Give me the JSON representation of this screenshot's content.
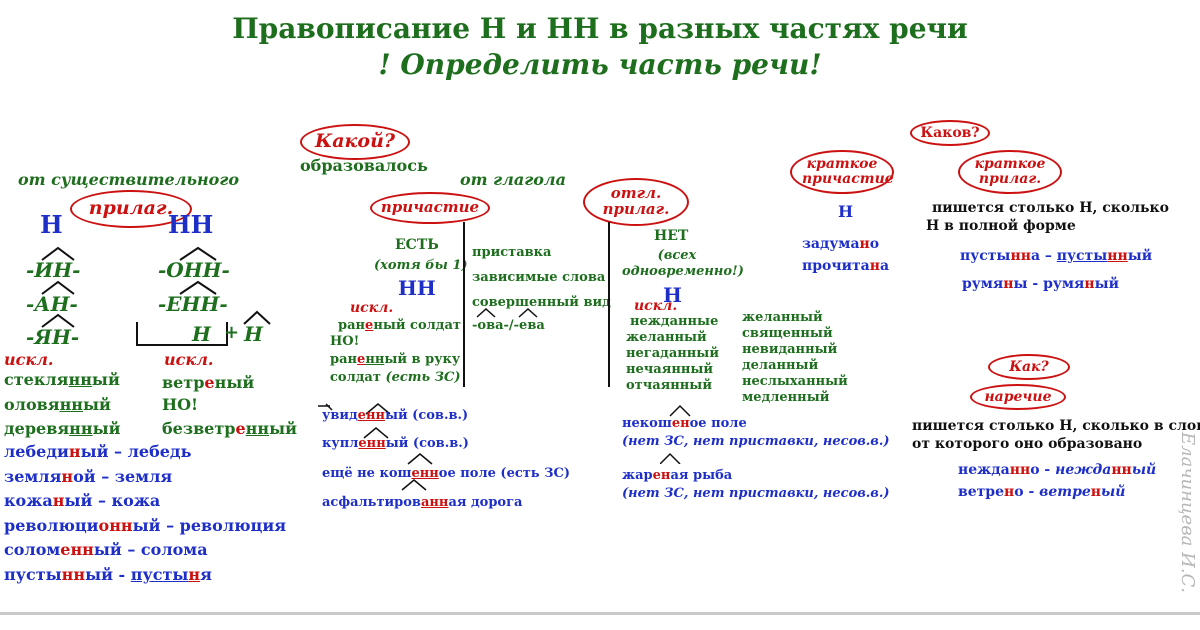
{
  "header": {
    "title": "Правописание Н и НН в разных частях речи",
    "subtitle": "! Определить часть речи!"
  },
  "questions": {
    "kakoy": "Какой?",
    "obrazovalos": "образовалось",
    "kakov": "Каков?",
    "kak": "Как?"
  },
  "adjective": {
    "from_noun": "от существительного",
    "oval_label": "прилаг.",
    "n_label": "Н",
    "nn_label": "НН",
    "suffixes_n": [
      "-ИН-",
      "-АН-",
      "-ЯН-"
    ],
    "suffixes_nn": [
      "-ОНН-",
      "-ЕНН-"
    ],
    "n_plus_n": "Н",
    "plus": "+",
    "n_plus_n2": "Н",
    "exceptions_label": "искл.",
    "exceptions_left": [
      {
        "pre": "стекля",
        "hl": "нн",
        "post": "ый"
      },
      {
        "pre": "оловя",
        "hl": "нн",
        "post": "ый"
      },
      {
        "pre": "деревя",
        "hl": "нн",
        "post": "ый"
      }
    ],
    "exceptions_label2": "искл.",
    "exceptions_right": [
      {
        "pre": "ветр",
        "hl": "е",
        "post": "н",
        "post2": "ый"
      },
      {
        "pre": "НО!",
        "hl": "",
        "post": "",
        "post2": ""
      },
      {
        "pre": "безветр",
        "hl": "е",
        "post": "нн",
        "post2": "ый"
      }
    ],
    "examples": [
      {
        "pre": "лебеди",
        "hl": "н",
        "post": "ый – лебедь"
      },
      {
        "pre": "земля",
        "hl": "н",
        "post": "ой – земля"
      },
      {
        "pre": "кожа",
        "hl": "н",
        "post": "ый – кожа"
      },
      {
        "pre": "революци",
        "hl": "онн",
        "post": "ый – революция"
      },
      {
        "pre": "солом",
        "hl": "енн",
        "post": "ый – солома"
      },
      {
        "pre": "пусты",
        "hl": "нн",
        "post": "ый - ",
        "tail_u": "пусты",
        "tail_hl": "н",
        "tail_post": "я"
      }
    ]
  },
  "participle": {
    "from_verb": "от глагола",
    "oval_label": "причастие",
    "est": "ЕСТЬ",
    "at_least_one": "(хотя бы 1)",
    "nn_label": "НН",
    "criteria": [
      "приставка",
      "зависимые слова",
      "совершенный вид",
      "-ова-/-ева"
    ],
    "exceptions_label": "искл.",
    "exc_1a": "ран",
    "exc_1b": "е",
    "exc_1c": "ный солдат",
    "exc_no": "НО!",
    "exc_2a": "ран",
    "exc_2b": "е",
    "exc_2c": "нн",
    "exc_2d": "ый в руку",
    "exc_3": "солдат",
    "exc_3i": "(есть ЗС)",
    "examples": [
      {
        "pre": "увид",
        "hl": "енн",
        "post": "ый (сов.в.)"
      },
      {
        "pre": "купл",
        "hl": "енн",
        "post": "ый (сов.в.)"
      },
      {
        "pre": "ещё не кош",
        "hl": "енн",
        "post": "ое поле (есть ЗС)"
      },
      {
        "pre": "асфальтиров",
        "hl": "анн",
        "post": "ая дорога"
      }
    ]
  },
  "verbal_adjective": {
    "oval_label": "отгл. прилаг.",
    "net": "НЕТ",
    "all_at_once": "(всех одновременно!)",
    "n_label": "Н",
    "exceptions_label": "искл.",
    "exceptions_col1": [
      "нежданные",
      "желанный",
      "негаданный",
      "нечаянный",
      "отчаянный"
    ],
    "exceptions_col2": [
      "желанный",
      "священный",
      "невиданный",
      "деланный",
      "неслыханный",
      "медленный"
    ],
    "ex1_pre": "некош",
    "ex1_hl": "ен",
    "ex1_post": "ое поле",
    "ex1_note": "(нет ЗС, нет приставки, несов.в.)",
    "ex2_pre": "жар",
    "ex2_hl": "ен",
    "ex2_post": "ая рыба",
    "ex2_note": "(нет ЗС, нет приставки, несов.в.)"
  },
  "short_participle": {
    "oval_label": "краткое причастие",
    "n_label": "Н",
    "examples": [
      {
        "pre": "задума",
        "hl": "н",
        "post": "о"
      },
      {
        "pre": "прочита",
        "hl": "н",
        "post": "а"
      }
    ]
  },
  "short_adjective": {
    "oval_label": "краткое прилаг.",
    "rule_line1": "пишется столько Н, сколько",
    "rule_line2": "Н в полной форме",
    "ex1": {
      "a": "пусты",
      "b": "нн",
      "c": "а – ",
      "d": "пусты",
      "e": "нн",
      "f": "ый"
    },
    "ex2": {
      "a": "румя",
      "b": "н",
      "c": "ы - румя",
      "d": "н",
      "e": "ый"
    }
  },
  "adverb": {
    "oval_label": "наречие",
    "rule_line1": "пишется столько Н, сколько в слове,",
    "rule_line2": "от которого оно образовано",
    "ex1": {
      "a": "нежда",
      "b": "нн",
      "c": "о - ",
      "d": "нежда",
      "e": "нн",
      "f": "ый"
    },
    "ex2": {
      "a": "ветре",
      "b": "н",
      "c": "о - ",
      "d": "ветре",
      "e": "н",
      "f": "ый"
    }
  },
  "signature": "Елачинцева И.С.",
  "colors": {
    "green": "#1d6e1d",
    "blue": "#1e2fc8",
    "red": "#cc1111"
  }
}
